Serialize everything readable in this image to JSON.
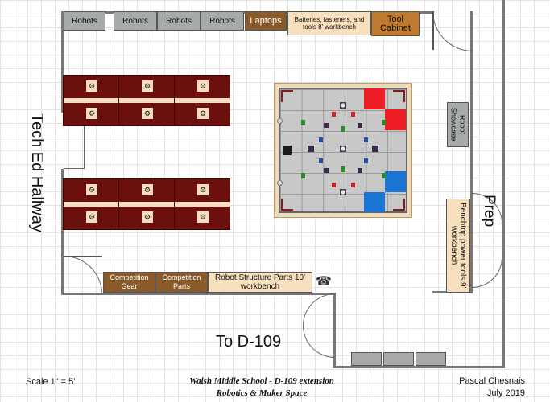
{
  "top_wall_items": [
    {
      "label": "Robots",
      "style": "gray"
    },
    {
      "label": "Robots",
      "style": "gray"
    },
    {
      "label": "Robots",
      "style": "gray"
    },
    {
      "label": "Robots",
      "style": "gray"
    },
    {
      "label": "Laptops",
      "style": "brown"
    },
    {
      "label": "Batteries, fasteners, and tools 8' workbench",
      "style": "tan"
    },
    {
      "label": "Tool Cabinet",
      "style": "orange"
    }
  ],
  "right_wall_items": {
    "showcase": "Robot Showcase",
    "bench": "Benchtop power tools 9' workbench"
  },
  "bottom_wall_items": {
    "competition_gear": "Competition Gear",
    "competition_parts": "Competition Parts",
    "structure_parts": "Robot Structure Parts 10' workbench"
  },
  "labels": {
    "left_hallway": "Tech Ed Hallway",
    "right_room": "Prep",
    "bottom_room": "To D-109",
    "scale": "Scale 1\" = 5'",
    "title_line1": "Walsh Middle School - D-109 extension",
    "title_line2": "Robotics & Maker Space",
    "author": "Pascal Chesnais",
    "date": "July 2019"
  },
  "icons": {
    "seat": "robot-logo-icon",
    "phone": "telephone-icon"
  },
  "colors": {
    "desk": "#6b0f0f",
    "seat": "#f6dcc0",
    "laptop": "#8b5a2b",
    "cabinet": "#c07a30",
    "field_red": "#ee1c24",
    "field_blue": "#1a75d2"
  }
}
